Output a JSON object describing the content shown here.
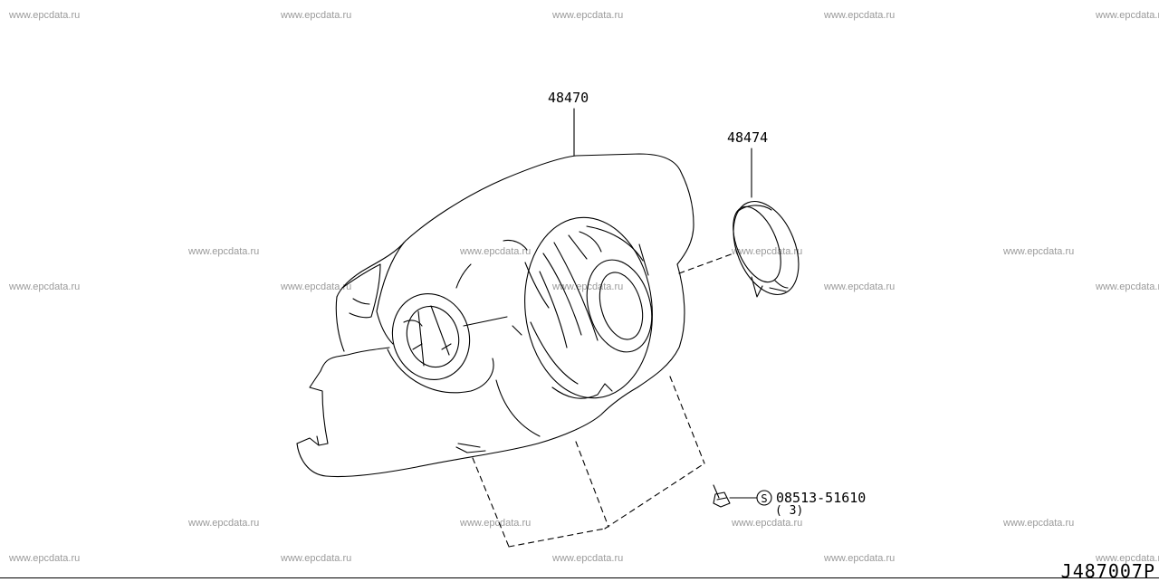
{
  "watermark_text": "www.epcdata.ru",
  "parts": {
    "column_cover": {
      "part_number": "48470"
    },
    "key_ring": {
      "part_number": "48474"
    },
    "screw": {
      "symbol": "S",
      "part_number": "08513-51610",
      "quantity": "( 3)"
    }
  },
  "diagram_id": "J487007P",
  "colors": {
    "line": "#000000",
    "watermark": "#9a9a9a",
    "background": "#ffffff"
  }
}
